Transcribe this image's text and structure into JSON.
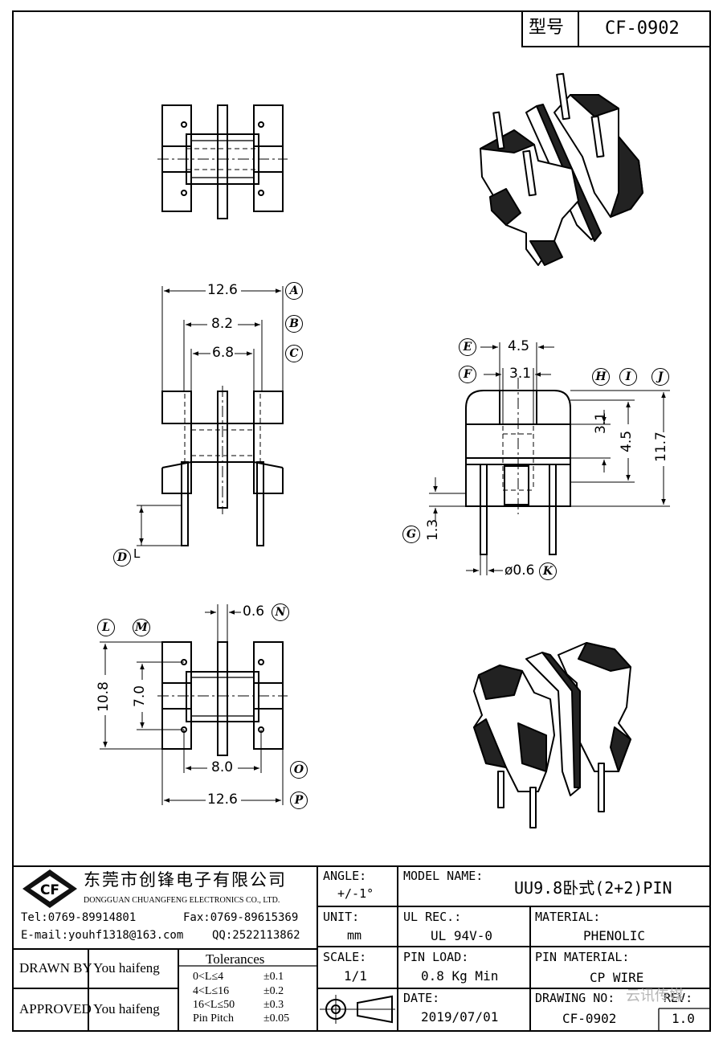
{
  "title_block": {
    "label_model_no": "型号",
    "model_no": "CF-0902"
  },
  "dimensions": {
    "front_width": "12.6",
    "front_inner": "8.2",
    "front_core": "6.8",
    "side_width": "4.5",
    "side_inner": "3.1",
    "side_inner_h": "3.1",
    "side_mid_h": "4.5",
    "side_total_h": "11.7",
    "pin_offset": "1.3",
    "pin_dia": "ø0.6",
    "bottom_flange": "0.6",
    "bottom_height": "10.8",
    "bottom_inner": "7.0",
    "bottom_pitch": "8.0",
    "bottom_width": "12.6",
    "pin_length_label": "L"
  },
  "callouts": [
    "A",
    "B",
    "C",
    "D",
    "E",
    "F",
    "G",
    "H",
    "I",
    "J",
    "K",
    "L",
    "M",
    "N",
    "O",
    "P"
  ],
  "company": {
    "logo": "CF",
    "name_cn": "东莞市创锋电子有限公司",
    "name_en": "DONGGUAN CHUANGFENG ELECTRONICS CO., LTD.",
    "tel": "Tel:0769-89914801",
    "fax": "Fax:0769-89615369",
    "email": "E-mail:youhf1318@163.com",
    "qq": "QQ:2522113862"
  },
  "info": {
    "angle_label": "ANGLE:",
    "angle_value": "+/-1°",
    "model_name_label": "MODEL NAME:",
    "model_name_value": "UU9.8卧式(2+2)PIN",
    "unit_label": "UNIT:",
    "unit_value": "mm",
    "ul_label": "UL REC.:",
    "ul_value": "UL 94V-0",
    "material_label": "MATERIAL:",
    "material_value": "PHENOLIC",
    "scale_label": "SCALE:",
    "scale_value": "1/1",
    "pin_load_label": "PIN LOAD:",
    "pin_load_value": "0.8 Kg Min",
    "pin_material_label": "PIN MATERIAL:",
    "pin_material_value": "CP WIRE",
    "date_label": "DATE:",
    "date_value": "2019/07/01",
    "drawing_no_label": "DRAWING NO:",
    "drawing_no_value": "CF-0902",
    "rev_label": "REV:",
    "rev_value": "1.0",
    "drawn_by_label": "DRAWN BY",
    "drawn_by_value": "You haifeng",
    "approved_label": "APPROVED",
    "approved_value": "You haifeng"
  },
  "tolerances": {
    "title": "Tolerances",
    "rows": [
      {
        "range": "0<L≤4",
        "value": "±0.1"
      },
      {
        "range": "4<L≤16",
        "value": "±0.2"
      },
      {
        "range": "16<L≤50",
        "value": "±0.3"
      },
      {
        "range": "Pin Pitch",
        "value": "±0.05"
      }
    ]
  },
  "watermark": "云讯传媒"
}
